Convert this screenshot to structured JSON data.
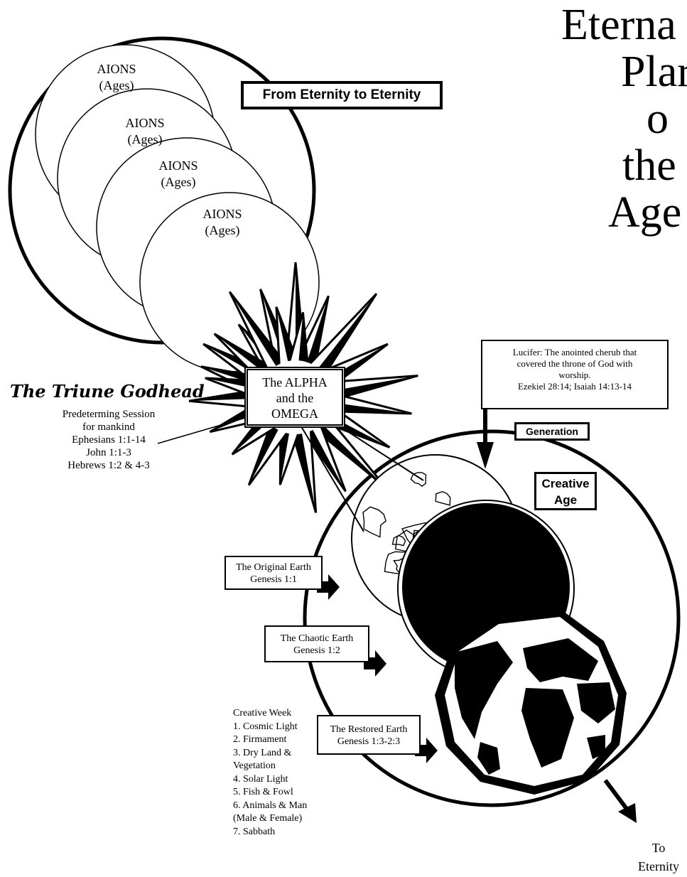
{
  "title_lines": [
    "Eterna",
    "Plar",
    "o",
    "the",
    "Age"
  ],
  "eternity_label": "From Eternity to Eternity",
  "aions": [
    {
      "line1": "AIONS",
      "line2": "(Ages)"
    },
    {
      "line1": "AIONS",
      "line2": "(Ages)"
    },
    {
      "line1": "AIONS",
      "line2": "(Ages)"
    },
    {
      "line1": "AIONS",
      "line2": "(Ages)"
    }
  ],
  "alpha_omega": [
    "The ALPHA",
    "and the",
    "OMEGA"
  ],
  "triune": {
    "heading": "The Triune Godhead",
    "lines": [
      "Predeterming Session",
      "for mankind",
      "Ephesians 1:1-14",
      "John 1:1-3",
      "Hebrews 1:2 & 4-3"
    ]
  },
  "lucifer": [
    "Lucifer:  The anointed cherub that",
    "covered the throne of God with",
    "worship.",
    "Ezekiel 28:14; Isaiah 14:13-14"
  ],
  "generation_label": "Generation",
  "creative_age": [
    "Creative",
    "Age"
  ],
  "earths": [
    {
      "line1": "The Original Earth",
      "line2": "Genesis 1:1"
    },
    {
      "line1": "The Chaotic Earth",
      "line2": "Genesis 1:2"
    },
    {
      "line1": "The Restored Earth",
      "line2": "Genesis 1:3-2:3"
    }
  ],
  "creative_week": [
    "Creative Week",
    "1. Cosmic Light",
    "2. Firmament",
    "3. Dry Land &",
    "Vegetation",
    "4. Solar Light",
    "5. Fish & Fowl",
    "6. Animals & Man",
    "(Male & Female)",
    "7. Sabbath"
  ],
  "to_eternity": [
    "To",
    "Eternity"
  ],
  "colors": {
    "ink": "#000000",
    "paper": "#ffffff"
  }
}
